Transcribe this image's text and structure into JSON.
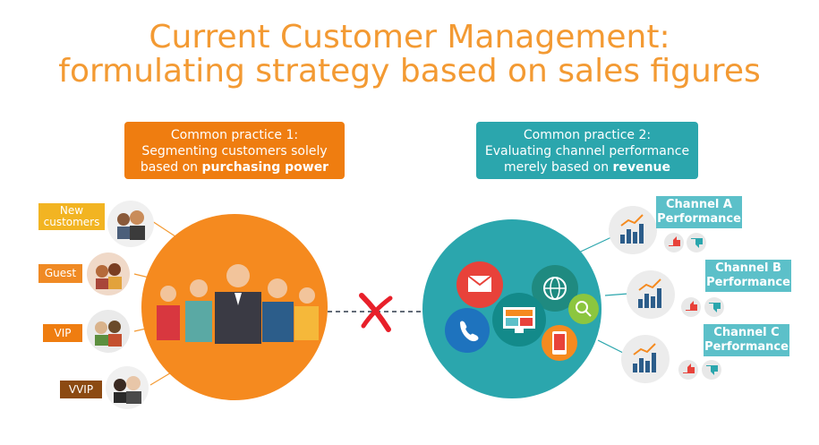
{
  "title": {
    "line1": "Current Customer Management:",
    "line2": "formulating strategy based on sales figures"
  },
  "practice1": {
    "line1": "Common practice 1:",
    "line2": "Segmenting customers solely",
    "line3_prefix": "based on ",
    "line3_bold": "purchasing power"
  },
  "practice2": {
    "line1": "Common practice 2:",
    "line2": "Evaluating channel performance",
    "line3_prefix": "merely based on ",
    "line3_bold": "revenue"
  },
  "segments": [
    {
      "label_l1": "New",
      "label_l2": "customers",
      "color": "#f2b422"
    },
    {
      "label_l1": "Guest",
      "label_l2": "",
      "color": "#f08a24"
    },
    {
      "label_l1": "VIP",
      "label_l2": "",
      "color": "#ef7d10"
    },
    {
      "label_l1": "VVIP",
      "label_l2": "",
      "color": "#8c4a12"
    }
  ],
  "channels": [
    {
      "l1": "Channel A",
      "l2": "Performance"
    },
    {
      "l1": "Channel B",
      "l2": "Performance"
    },
    {
      "l1": "Channel C",
      "l2": "Performance"
    }
  ],
  "colors": {
    "title": "#f39a33",
    "orange_circle": "#f58a1f",
    "teal_circle": "#2ba6ad",
    "cross": "#e8202a"
  },
  "icons": [
    "people-group-icon",
    "email-icon",
    "web-icon",
    "search-icon",
    "phone-icon",
    "monitor-icon",
    "mobile-icon",
    "bar-chart-icon",
    "thumbs-up-icon",
    "thumbs-down-icon",
    "disconnect-x-icon"
  ]
}
